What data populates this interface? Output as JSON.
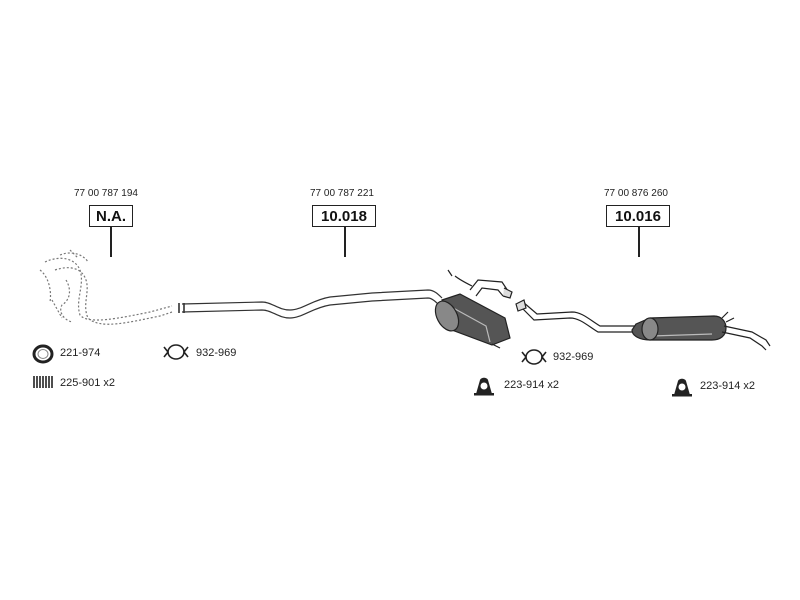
{
  "parts": [
    {
      "oem_number": "77 00 787 194",
      "code": "N.A."
    },
    {
      "oem_number": "77 00 787 221",
      "code": "10.018"
    },
    {
      "oem_number": "77 00 876 260",
      "code": "10.016"
    }
  ],
  "accessories": [
    {
      "icon": "gasket-ring-icon",
      "label": "221-974"
    },
    {
      "icon": "spring-icon",
      "label": "225-901 x2"
    },
    {
      "icon": "clamp-icon",
      "label": "932-969"
    },
    {
      "icon": "clamp-icon",
      "label": "932-969"
    },
    {
      "icon": "rubber-mount-icon",
      "label": "223-914 x2"
    },
    {
      "icon": "rubber-mount-icon",
      "label": "223-914 x2"
    }
  ]
}
